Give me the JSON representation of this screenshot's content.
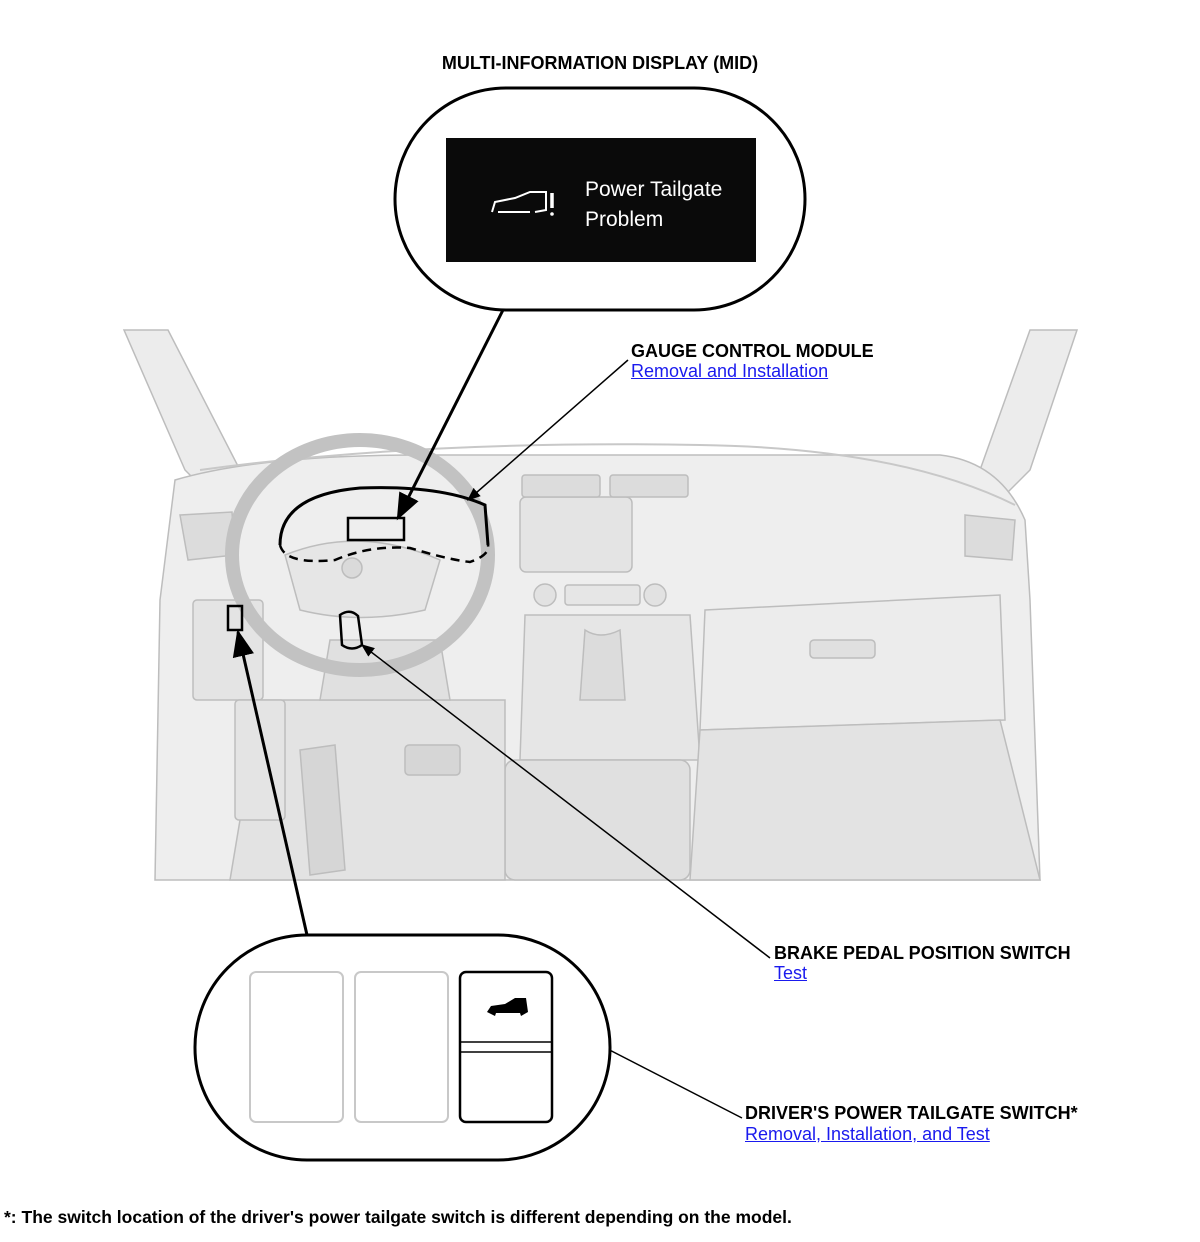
{
  "labels": {
    "mid_title": "MULTI-INFORMATION DISPLAY (MID)",
    "gauge_title": "GAUGE CONTROL MODULE",
    "gauge_link": "Removal and Installation",
    "brake_title": "BRAKE PEDAL POSITION SWITCH",
    "brake_link": "Test",
    "switch_title": "DRIVER'S POWER TAILGATE SWITCH*",
    "switch_link": "Removal, Installation, and Test"
  },
  "mid_screen": {
    "line1": "Power Tailgate",
    "line2": "Problem",
    "icon": "tailgate-warning-icon"
  },
  "switch_panel": {
    "icon": "tailgate-icon"
  },
  "footnote": "*: The switch location of the driver's power tailgate switch is different depending on the model.",
  "colors": {
    "link": "#1a1aee",
    "screen": "#0a0a0a",
    "interior_fill": "#ececec",
    "interior_stroke": "#bdbdbd"
  }
}
